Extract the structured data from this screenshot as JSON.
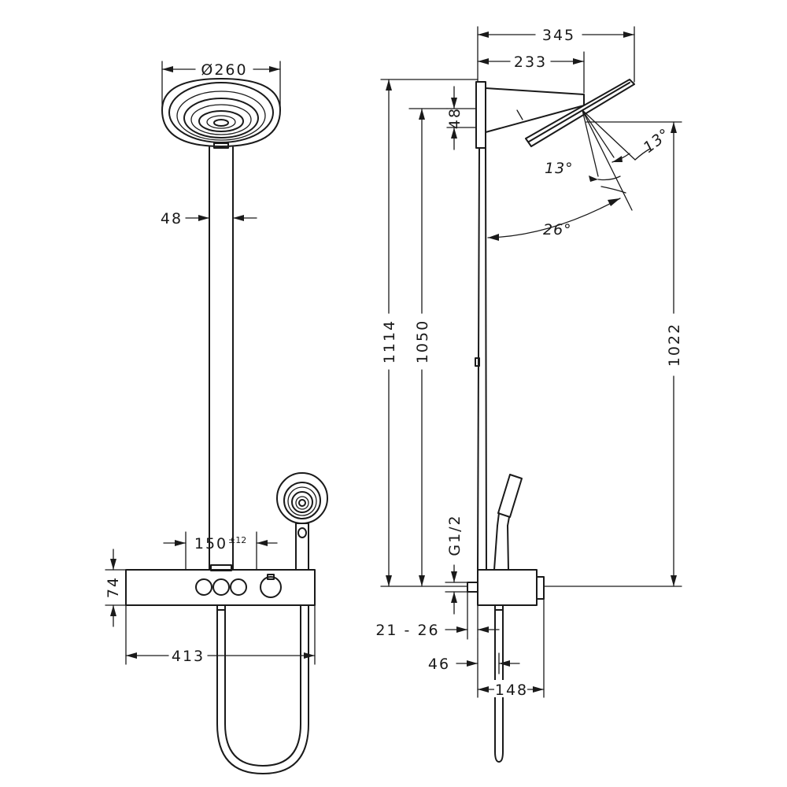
{
  "dimensions": {
    "head_diameter": "Ø260",
    "rod_width": "48",
    "spacing_main": "150",
    "spacing_tolerance": "±12",
    "thermostat_height": "74",
    "thermostat_width": "413",
    "projection_total": "345",
    "projection_arm": "233",
    "arm_height": "48",
    "height_total": "1114",
    "height_outlet": "1050",
    "height_head": "1022",
    "angle_a": "13°",
    "angle_b": "13°",
    "angle_c": "26°",
    "connection_thread": "G1/2",
    "wall_offset": "21 - 26",
    "thermostat_depth": "46",
    "handle_projection": "148"
  }
}
